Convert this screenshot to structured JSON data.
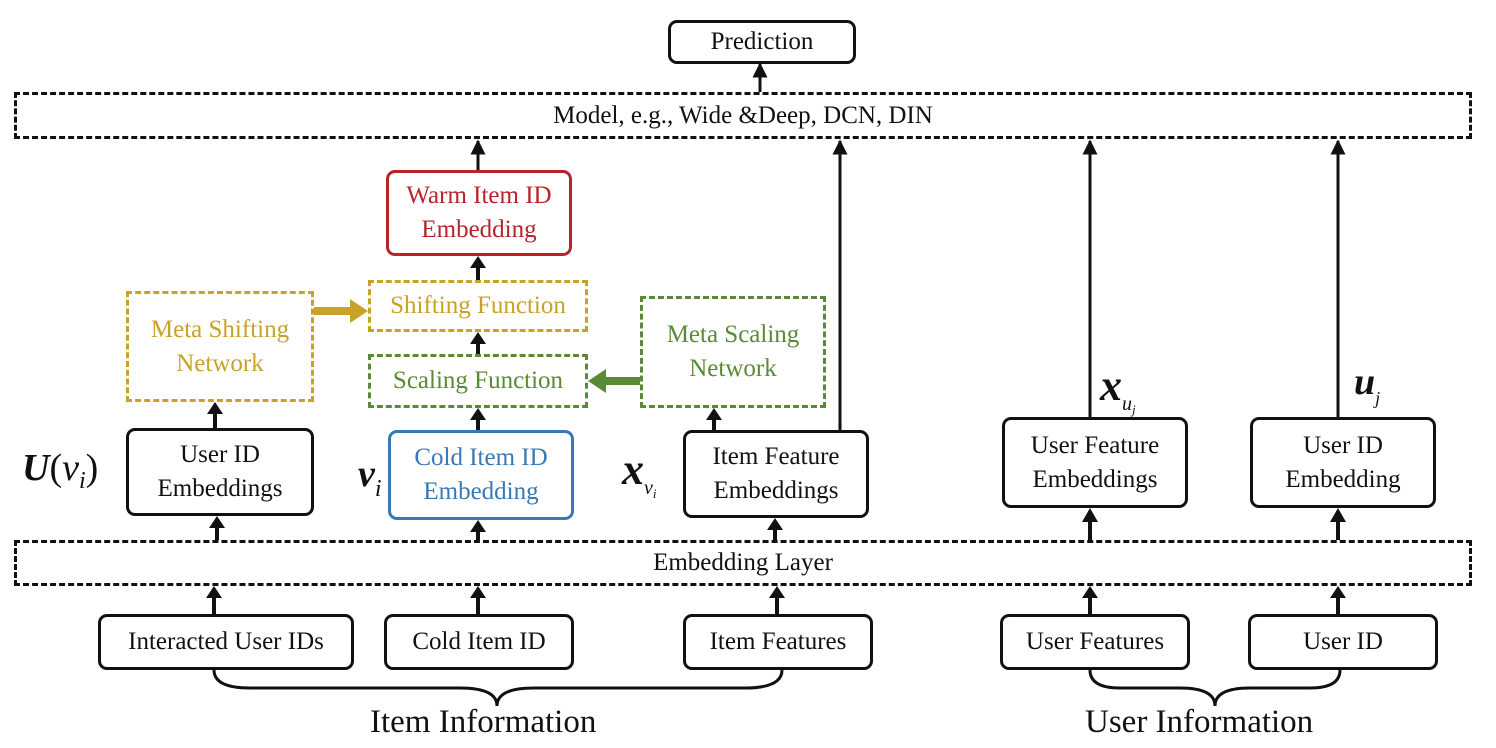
{
  "colors": {
    "black": "#111111",
    "warm_red": "#b8232b",
    "cold_blue": "#3a78b5",
    "shift_gold": "#c9a227",
    "scale_green": "#5a8a35"
  },
  "labels": {
    "prediction": "Prediction",
    "model": "Model, e.g., Wide &Deep, DCN, DIN",
    "warm_item": [
      "Warm Item ID",
      "Embedding"
    ],
    "shifting_function": "Shifting Function",
    "scaling_function": "Scaling Function",
    "meta_shifting": [
      "Meta Shifting",
      "Network"
    ],
    "meta_scaling": [
      "Meta Scaling",
      "Network"
    ],
    "user_id_embeddings": [
      "User ID",
      "Embeddings"
    ],
    "cold_item_embedding": [
      "Cold Item ID",
      "Embedding"
    ],
    "item_feature_embeddings": [
      "Item Feature",
      "Embeddings"
    ],
    "user_feature_embeddings": [
      "User Feature",
      "Embeddings"
    ],
    "user_id_embedding": [
      "User ID",
      "Embedding"
    ],
    "embedding_layer": "Embedding Layer",
    "interacted_user_ids": "Interacted User IDs",
    "cold_item_id": "Cold Item ID",
    "item_features": "Item Features",
    "user_features": "User Features",
    "user_id": "User ID",
    "item_information": "Item Information",
    "user_information": "User Information"
  },
  "symbols": {
    "u_vi_main": "U",
    "u_vi_paren_open": "(",
    "u_vi_v": "v",
    "u_vi_sub": "i",
    "u_vi_paren_close": ")",
    "v_i_main": "v",
    "v_i_sub": "i",
    "x_vi_main": "x",
    "x_vi_sub": "v",
    "x_vi_subsub": "i",
    "x_uj_main": "x",
    "x_uj_sub": "u",
    "x_uj_subsub": "j",
    "u_j_main": "u",
    "u_j_sub": "j"
  }
}
